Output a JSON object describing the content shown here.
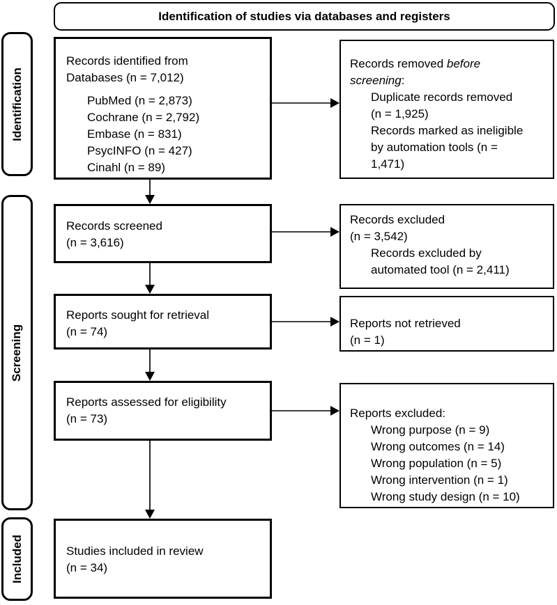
{
  "title": "Identification of studies via databases and registers",
  "stages": {
    "identification": "Identification",
    "screening": "Screening",
    "included": "Included"
  },
  "boxes": {
    "records_identified": {
      "head": [
        "Records identified from",
        "Databases (n = 7,012)"
      ],
      "sub": [
        "PubMed (n = 2,873)",
        "Cochrane (n = 2,792)",
        "Embase (n = 831)",
        "PsycINFO (n = 427)",
        "Cinahl (n = 89)"
      ]
    },
    "records_removed": {
      "head1_normal": "Records removed ",
      "head1_italic": "before",
      "head2_italic": "screening",
      "head2_normal": ":",
      "sub": [
        "Duplicate records removed",
        "(n = 1,925)",
        "Records marked as ineligible",
        "by automation tools (n =",
        "1,471)"
      ]
    },
    "records_screened": {
      "head": [
        "Records screened",
        "(n = 3,616)"
      ]
    },
    "records_excluded": {
      "head": [
        "Records excluded",
        "(n = 3,542)"
      ],
      "sub": [
        "Records excluded by",
        "automated tool (n = 2,411)"
      ]
    },
    "reports_sought": {
      "head": [
        "Reports sought for retrieval",
        "(n = 74)"
      ]
    },
    "reports_not_retrieved": {
      "head": [
        "Reports not retrieved",
        "(n = 1)"
      ]
    },
    "reports_assessed": {
      "head": [
        "Reports assessed for eligibility",
        "(n = 73)"
      ]
    },
    "reports_excluded": {
      "head": [
        "Reports excluded:"
      ],
      "sub": [
        "Wrong purpose (n = 9)",
        "Wrong outcomes (n = 14)",
        "Wrong population (n = 5)",
        "Wrong intervention (n = 1)",
        "Wrong study design (n = 10)"
      ]
    },
    "studies_included": {
      "head": [
        "Studies included in review",
        "(n = 34)"
      ]
    }
  },
  "colors": {
    "background": "#ffffff",
    "box_border": "#000000",
    "text": "#000000",
    "arrow_line": "#3f3f3f",
    "arrow_head": "#000000"
  }
}
